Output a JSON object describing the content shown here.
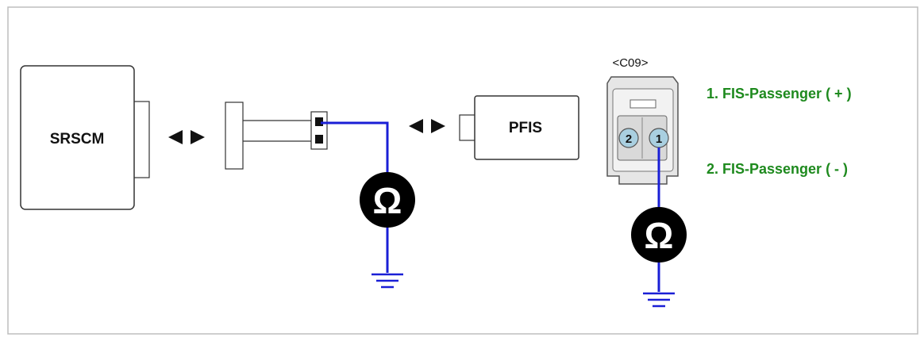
{
  "components": {
    "srscm_label": "SRSCM",
    "pfis_label": "PFIS",
    "connector_label": "<C09>",
    "ohmmeter_symbol": "Ω"
  },
  "pins": {
    "pin2": "2",
    "pin1": "1"
  },
  "legend": {
    "item1": "1. FIS-Passenger ( + )",
    "item2": "2. FIS-Passenger ( - )"
  },
  "colors": {
    "wire": "#1a1fd6",
    "legend_text": "#1e8a1e",
    "pin_fill": "#a9cfe0",
    "meter_fill": "#000000",
    "connector_fill": "#e6e6e6"
  },
  "icons": {
    "direction_arrows": "double-triangle-arrow",
    "ground": "ground-symbol",
    "ohmmeter": "omega-meter"
  }
}
